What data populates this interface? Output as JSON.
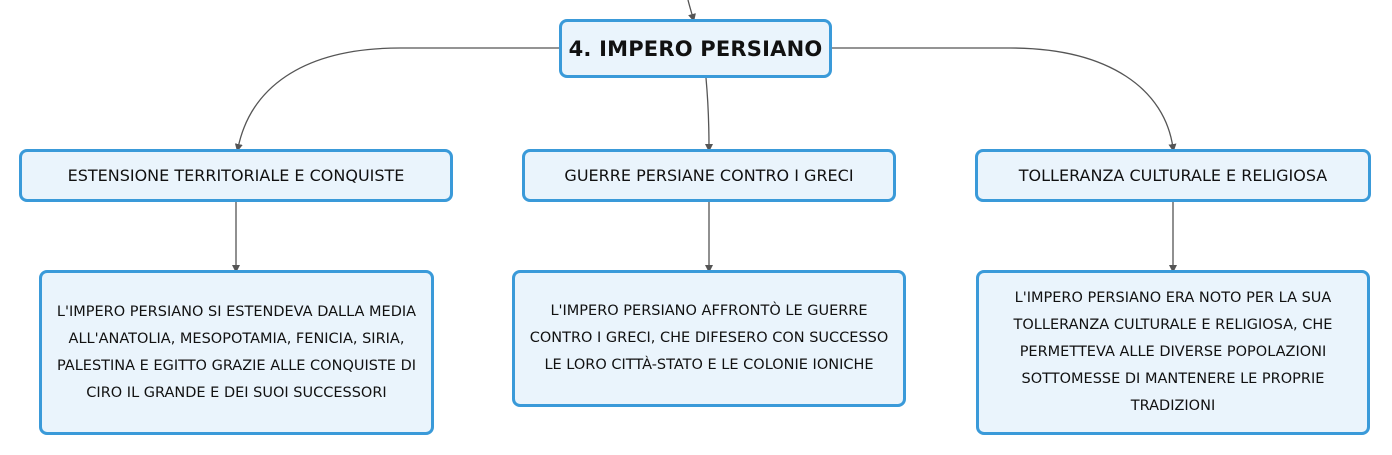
{
  "root": {
    "label": "4. IMPERO PERSIANO"
  },
  "branches": [
    {
      "title": "ESTENSIONE TERRITORIALE E CONQUISTE",
      "detail": "L'IMPERO PERSIANO SI ESTENDEVA DALLA MEDIA ALL'ANATOLIA, MESOPOTAMIA, FENICIA, SIRIA, PALESTINA E EGITTO GRAZIE ALLE CONQUISTE DI CIRO IL GRANDE E DEI SUOI SUCCESSORI"
    },
    {
      "title": "GUERRE PERSIANE CONTRO I GRECI",
      "detail": "L'IMPERO PERSIANO AFFRONTÒ LE GUERRE CONTRO I GRECI, CHE DIFESERO CON SUCCESSO LE LORO CITTÀ-STATO E LE COLONIE IONICHE"
    },
    {
      "title": "TOLLERANZA CULTURALE E RELIGIOSA",
      "detail": "L'IMPERO PERSIANO ERA NOTO PER LA SUA TOLLERANZA CULTURALE E RELIGIOSA, CHE PERMETTEVA ALLE DIVERSE POPOLAZIONI SOTTOMESSE DI MANTENERE LE PROPRIE TRADIZIONI"
    }
  ],
  "colors": {
    "node_border": "#3a9ad9",
    "node_fill": "#eaf4fc",
    "connector": "#555555",
    "text": "#111111"
  }
}
